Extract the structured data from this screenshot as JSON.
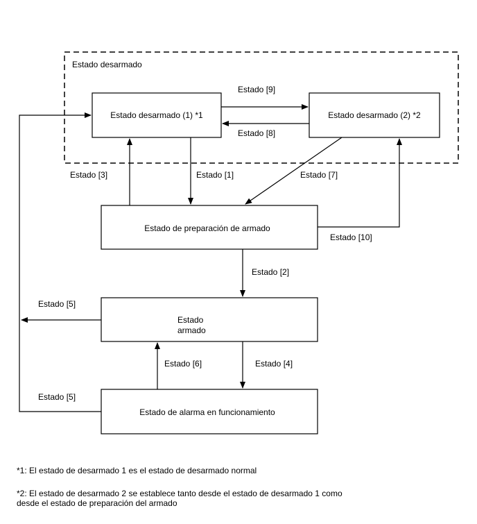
{
  "group": {
    "label": "Estado desarmado"
  },
  "states": {
    "disarmed_1": "Estado desarmado (1) *1",
    "disarmed_2": "Estado desarmado (2) *2",
    "arming_prep": "Estado de preparación de armado",
    "armed_line1": "Estado",
    "armed_line2": "armado",
    "alarm": "Estado de alarma en funcionamiento"
  },
  "transitions": {
    "t1": "Estado [1]",
    "t2": "Estado [2]",
    "t3": "Estado [3]",
    "t4": "Estado [4]",
    "t5_from_armed": "Estado [5]",
    "t5_from_alarm": "Estado [5]",
    "t6": "Estado [6]",
    "t7": "Estado [7]",
    "t8": "Estado [8]",
    "t9": "Estado [9]",
    "t10": "Estado [10]"
  },
  "notes": {
    "note1": "*1: El estado de desarmado 1 es el estado de desarmado normal",
    "note2": "*2: El estado de desarmado 2 se establece tanto desde el estado de desarmado 1 como\ndesde el estado de preparación del armado"
  }
}
